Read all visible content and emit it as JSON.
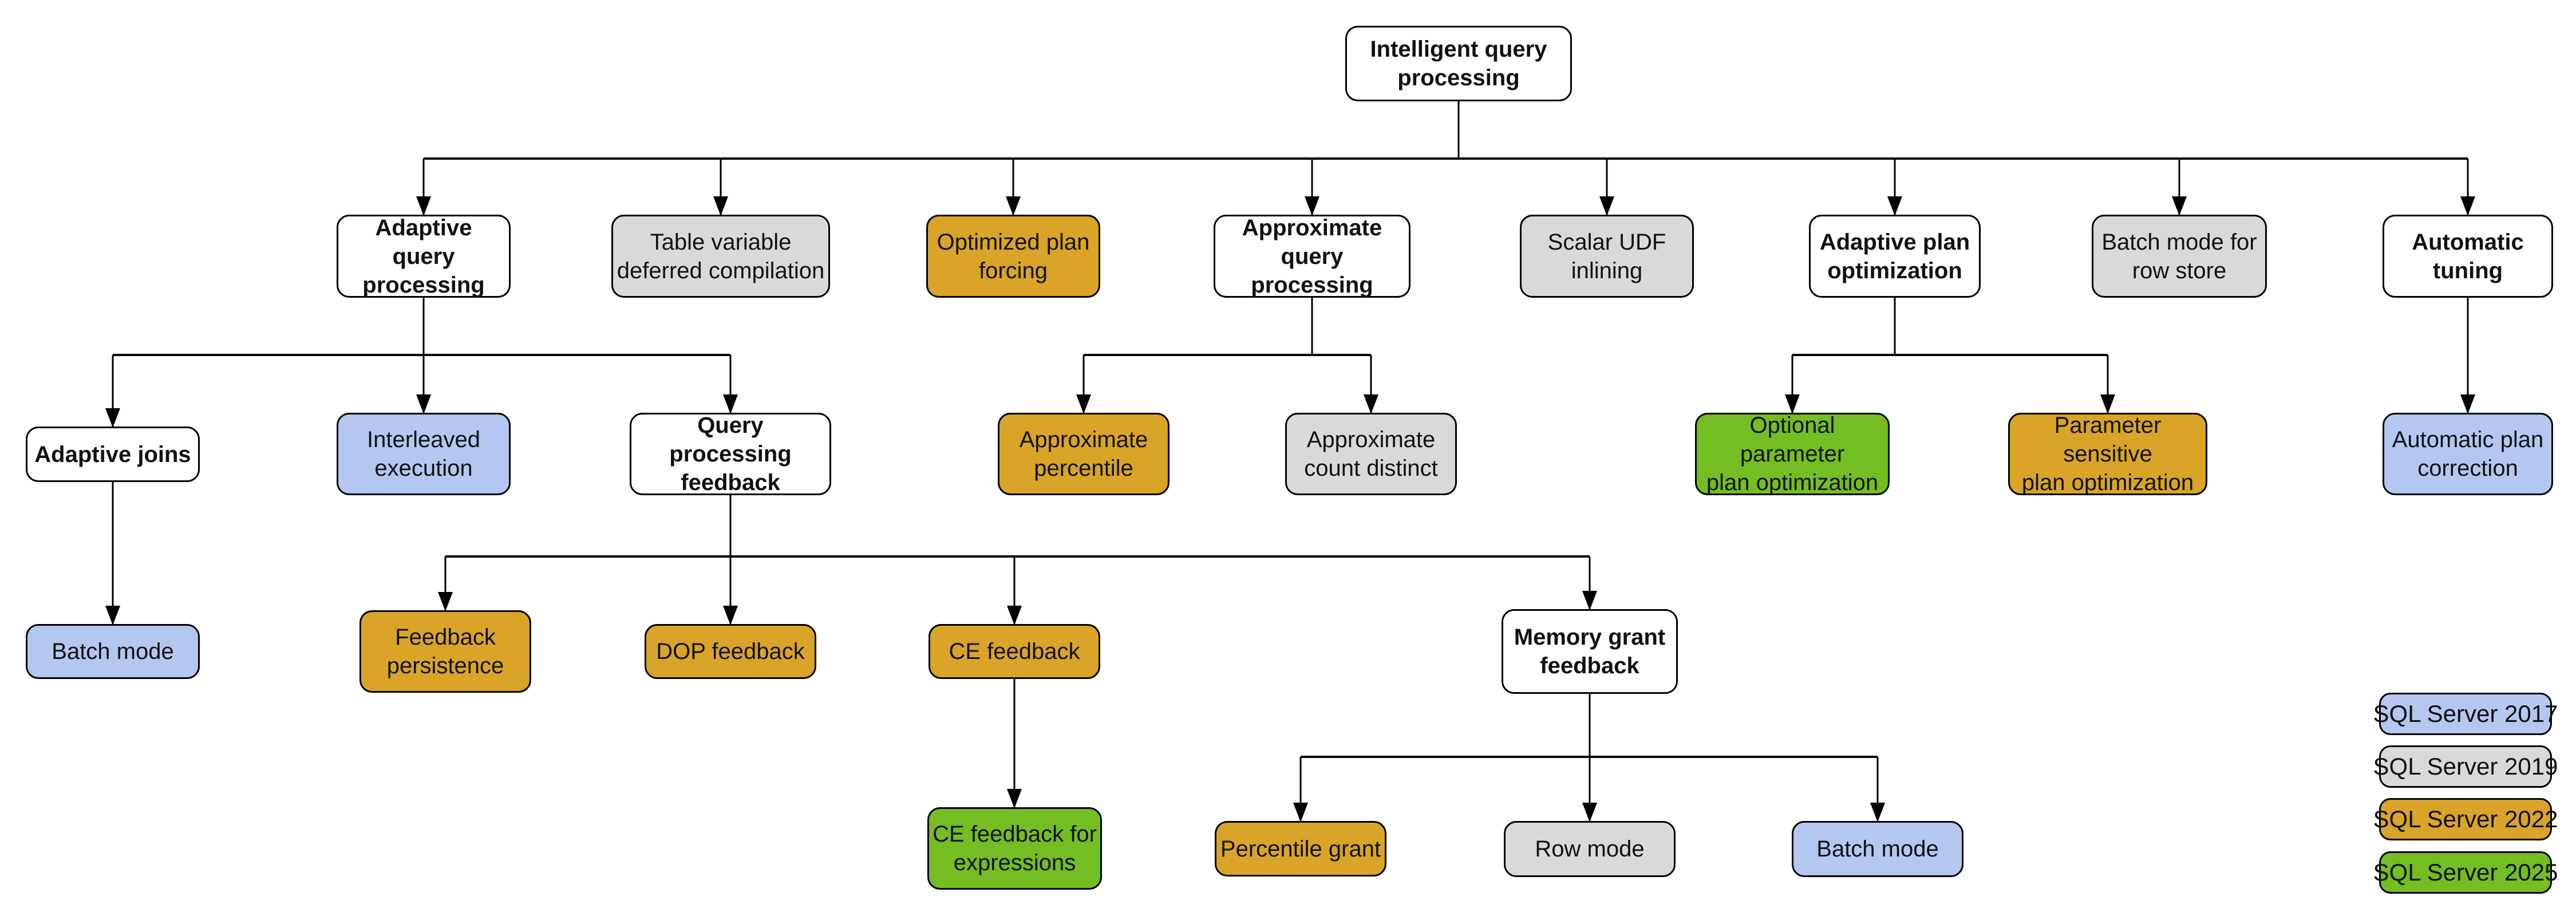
{
  "diagram": {
    "nodes": {
      "root": {
        "label": "Intelligent query\nprocessing",
        "version": "none"
      },
      "adaptive_query_processing": {
        "label": "Adaptive query\nprocessing",
        "version": "none"
      },
      "table_variable_deferred_compilation": {
        "label": "Table variable\ndeferred compilation",
        "version": "sql2019"
      },
      "optimized_plan_forcing": {
        "label": "Optimized plan\nforcing",
        "version": "sql2022"
      },
      "approximate_query_processing": {
        "label": "Approximate\nquery processing",
        "version": "none"
      },
      "scalar_udf_inlining": {
        "label": "Scalar UDF\ninlining",
        "version": "sql2019"
      },
      "adaptive_plan_optimization": {
        "label": "Adaptive plan\noptimization",
        "version": "none"
      },
      "batch_mode_for_row_store": {
        "label": "Batch mode for\nrow store",
        "version": "sql2019"
      },
      "automatic_tuning": {
        "label": "Automatic\ntuning",
        "version": "none"
      },
      "adaptive_joins": {
        "label": "Adaptive joins",
        "version": "none"
      },
      "interleaved_execution": {
        "label": "Interleaved\nexecution",
        "version": "sql2017"
      },
      "query_processing_feedback": {
        "label": "Query processing\nfeedback",
        "version": "none"
      },
      "approximate_percentile": {
        "label": "Approximate\npercentile",
        "version": "sql2022"
      },
      "approximate_count_distinct": {
        "label": "Approximate\ncount distinct",
        "version": "sql2019"
      },
      "optional_parameter_plan_optimization": {
        "label": "Optional parameter\nplan optimization",
        "version": "sql2025"
      },
      "parameter_sensitive_plan_optimization": {
        "label": "Parameter sensitive\nplan optimization",
        "version": "sql2022"
      },
      "automatic_plan_correction": {
        "label": "Automatic plan\ncorrection",
        "version": "sql2017"
      },
      "batch_mode_adaptive_joins": {
        "label": "Batch mode",
        "version": "sql2017"
      },
      "feedback_persistence": {
        "label": "Feedback\npersistence",
        "version": "sql2022"
      },
      "dop_feedback": {
        "label": "DOP feedback",
        "version": "sql2022"
      },
      "ce_feedback": {
        "label": "CE feedback",
        "version": "sql2022"
      },
      "memory_grant_feedback": {
        "label": "Memory grant\nfeedback",
        "version": "none"
      },
      "ce_feedback_for_expressions": {
        "label": "CE feedback for\nexpressions",
        "version": "sql2025"
      },
      "percentile_grant": {
        "label": "Percentile grant",
        "version": "sql2022"
      },
      "row_mode": {
        "label": "Row mode",
        "version": "sql2019"
      },
      "batch_mode_memory_grant": {
        "label": "Batch mode",
        "version": "sql2017"
      }
    },
    "legend": {
      "sql2017": {
        "label": "SQL Server 2017",
        "color": "#B4C7F0"
      },
      "sql2019": {
        "label": "SQL Server 2019",
        "color": "#D9D9D9"
      },
      "sql2022": {
        "label": "SQL Server 2022",
        "color": "#D9A427"
      },
      "sql2025": {
        "label": "SQL Server 2025",
        "color": "#74BD22"
      }
    },
    "colors": {
      "node_default": "#FFFFFF",
      "border": "#000000",
      "connector": "#000000"
    }
  }
}
